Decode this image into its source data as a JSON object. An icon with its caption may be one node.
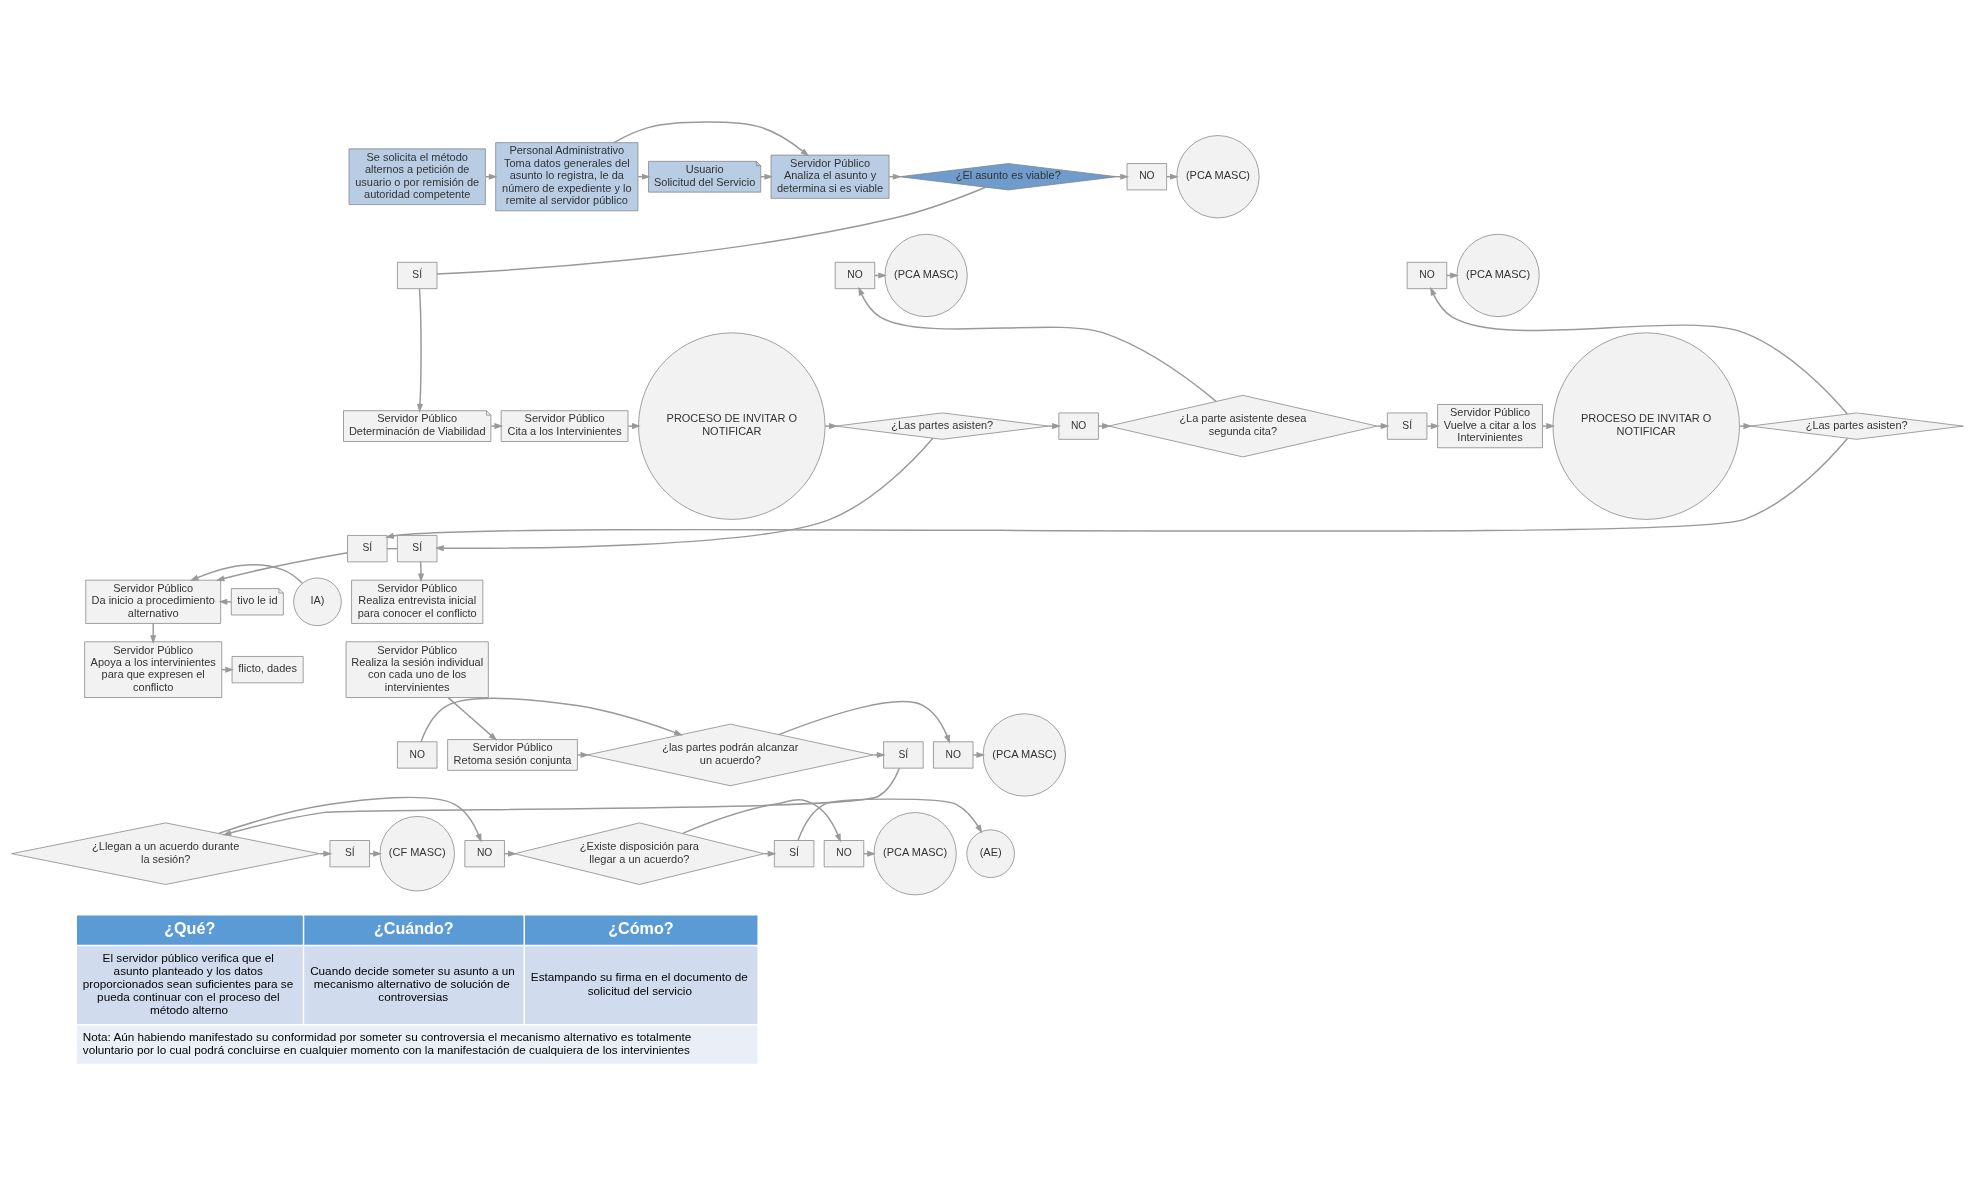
{
  "diagram": {
    "nodes": [
      {
        "text": [
          "Se solicita el método alternos a petición de usuario o por remisión de autoridad competente"
        ]
      },
      {
        "text": [
          "Personal Administrativo",
          "Toma datos generales del asunto lo registra, le da número de expediente y lo remite al servidor público"
        ]
      },
      {
        "text": [
          "Usuario",
          "Solicitud del Servicio"
        ]
      },
      {
        "text": [
          "Servidor Público",
          "Analiza el asunto y determina si es viable"
        ]
      },
      {
        "text": [
          "¿El asunto es viable?"
        ]
      },
      {
        "text": [
          "NO"
        ]
      },
      {
        "text": [
          "(PCA MASC)"
        ]
      },
      {
        "text": [
          "SÍ"
        ]
      },
      {
        "text": [
          "Servidor Público",
          "Determinación de Viabilidad"
        ]
      },
      {
        "text": [
          "Servidor Público",
          "Cita a los Intervinientes"
        ]
      },
      {
        "text": [
          "PROCESO DE INVITAR O NOTIFICAR"
        ]
      },
      {
        "text": [
          "¿Las partes asisten?"
        ]
      },
      {
        "text": [
          "NO"
        ]
      },
      {
        "text": [
          "¿La parte asistente desea segunda cita?"
        ]
      },
      {
        "text": [
          "NO"
        ]
      },
      {
        "text": [
          "(PCA MASC)"
        ]
      },
      {
        "text": [
          "SÍ"
        ]
      },
      {
        "text": [
          "Servidor Público",
          "Vuelve a citar a los Intervinientes"
        ]
      },
      {
        "text": [
          "PROCESO DE INVITAR O NOTIFICAR"
        ]
      },
      {
        "text": [
          "¿Las partes asisten?"
        ]
      },
      {
        "text": [
          "NO"
        ]
      },
      {
        "text": [
          "(PCA MASC)"
        ]
      },
      {
        "text": [
          "SÍ"
        ]
      },
      {
        "text": [
          "SÍ"
        ]
      },
      {
        "text": [
          "Servidor Público",
          "Realiza entrevista inicial para conocer el conflicto"
        ]
      },
      {
        "text": [
          "tivo le id"
        ]
      },
      {
        "text": [
          "IA)"
        ]
      },
      {
        "text": [
          "Servidor Público",
          "Da inicio a procedimiento alternativo"
        ]
      },
      {
        "text": [
          "Servidor Público",
          "Realiza la sesión individual con cada uno de los intervinientes"
        ]
      },
      {
        "text": [
          "flicto, dades"
        ]
      },
      {
        "text": [
          "Servidor Público",
          "Apoya a los intervinientes para que expresen el conflicto"
        ]
      },
      {
        "text": [
          "NO"
        ]
      },
      {
        "text": [
          "Servidor Público",
          "Retoma sesión conjunta"
        ]
      },
      {
        "text": [
          "¿las partes podrán alcanzar un acuerdo?"
        ]
      },
      {
        "text": [
          "NO"
        ]
      },
      {
        "text": [
          "(PCA MASC)"
        ]
      },
      {
        "text": [
          "SÍ"
        ]
      },
      {
        "text": [
          "(CF MASC)"
        ]
      },
      {
        "text": [
          "SÍ"
        ]
      },
      {
        "text": [
          "¿Llegan a un acuerdo durante la sesión?"
        ]
      },
      {
        "text": [
          "NO"
        ]
      },
      {
        "text": [
          "(PCA MASC)"
        ]
      },
      {
        "text": [
          "¿Existe disposición para llegar a un acuerdo?"
        ]
      },
      {
        "text": [
          "NO"
        ]
      },
      {
        "text": [
          "SÍ"
        ]
      },
      {
        "text": [
          "(AE)"
        ]
      }
    ],
    "edges": [
      {
        "from": 0,
        "to": 1,
        "arrow": "to"
      },
      {
        "from": 1,
        "to": 2,
        "arrow": "to"
      },
      {
        "from": 2,
        "to": 3,
        "arrow": "to"
      },
      {
        "from": 1,
        "to": 3,
        "arrow": "to"
      },
      {
        "from": 3,
        "to": 4,
        "arrow": "to"
      },
      {
        "from": 4,
        "to": 5,
        "arrow": "to"
      },
      {
        "from": 5,
        "to": 6,
        "arrow": "to"
      },
      {
        "from": 4,
        "to": 7,
        "arrow": "none"
      },
      {
        "from": 7,
        "to": 8,
        "arrow": "to"
      },
      {
        "from": 8,
        "to": 9,
        "arrow": "to"
      },
      {
        "from": 9,
        "to": 10,
        "arrow": "to"
      },
      {
        "from": 10,
        "to": 11,
        "arrow": "to"
      },
      {
        "from": 11,
        "to": 12,
        "arrow": "to"
      },
      {
        "from": 12,
        "to": 13,
        "arrow": "to"
      },
      {
        "from": 13,
        "to": 14,
        "arrow": "to"
      },
      {
        "from": 14,
        "to": 15,
        "arrow": "to"
      },
      {
        "from": 13,
        "to": 16,
        "arrow": "to"
      },
      {
        "from": 16,
        "to": 17,
        "arrow": "to"
      },
      {
        "from": 17,
        "to": 18,
        "arrow": "to"
      },
      {
        "from": 18,
        "to": 19,
        "arrow": "to"
      },
      {
        "from": 19,
        "to": 20,
        "arrow": "to"
      },
      {
        "from": 20,
        "to": 21,
        "arrow": "to"
      },
      {
        "from": 11,
        "to": 22,
        "arrow": "to"
      },
      {
        "from": 19,
        "to": 23,
        "arrow": "to"
      },
      {
        "from": 22,
        "to": 24,
        "arrow": "to"
      },
      {
        "from": 23,
        "to": 22,
        "arrow": "none"
      },
      {
        "from": 23,
        "to": 27,
        "arrow": "to"
      },
      {
        "from": 25,
        "to": 27,
        "arrow": "to"
      },
      {
        "from": 26,
        "to": 27,
        "arrow": "to"
      },
      {
        "from": 27,
        "to": 30,
        "arrow": "to"
      },
      {
        "from": 30,
        "to": 29,
        "arrow": "to"
      },
      {
        "from": 28,
        "to": 32,
        "arrow": "to"
      },
      {
        "from": 31,
        "to": 33,
        "arrow": "to"
      },
      {
        "from": 32,
        "to": 33,
        "arrow": "to"
      },
      {
        "from": 33,
        "to": 34,
        "arrow": "to"
      },
      {
        "from": 34,
        "to": 35,
        "arrow": "to"
      },
      {
        "from": 33,
        "to": 36,
        "arrow": "to"
      },
      {
        "from": 36,
        "to": 39,
        "arrow": "to"
      },
      {
        "from": 39,
        "to": 38,
        "arrow": "to"
      },
      {
        "from": 38,
        "to": 37,
        "arrow": "to"
      },
      {
        "from": 39,
        "to": 40,
        "arrow": "to"
      },
      {
        "from": 40,
        "to": 42,
        "arrow": "to"
      },
      {
        "from": 42,
        "to": 43,
        "arrow": "to"
      },
      {
        "from": 43,
        "to": 41,
        "arrow": "to"
      },
      {
        "from": 42,
        "to": 44,
        "arrow": "to"
      },
      {
        "from": 44,
        "to": 45,
        "arrow": "to"
      }
    ],
    "labels": [
      "¿Qué?",
      "¿Cuándo?",
      "¿Cómo?",
      "El servidor público verifica que el asunto planteado y los datos proporcionados sean suficientes para se pueda continuar con el proceso del método alterno",
      "Cuando decide someter su asunto a un mecanismo alternativo de solución de controversias",
      "Estampando su firma en el documento de solicitud del servicio",
      "Nota: Aún habiendo manifestado su conformidad por someter su controversia el mecanismo alternativo es totalmente voluntario por lo cual podrá concluirse en cualquier momento con la manifestación de cualquiera de los intervinientes"
    ]
  }
}
